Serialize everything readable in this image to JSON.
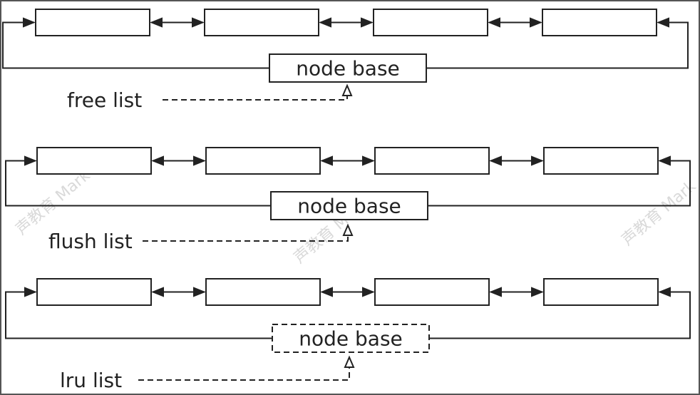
{
  "colors": {
    "stroke": "#222222",
    "background": "#ffffff",
    "watermark": "#d9d9d9"
  },
  "lists": [
    {
      "name": "free list",
      "base_label": "node base",
      "base_style": "solid"
    },
    {
      "name": "flush list",
      "base_label": "node base",
      "base_style": "solid"
    },
    {
      "name": "lru list",
      "base_label": "node base",
      "base_style": "dashed"
    }
  ],
  "watermark": {
    "text": "声教育 Mark"
  }
}
